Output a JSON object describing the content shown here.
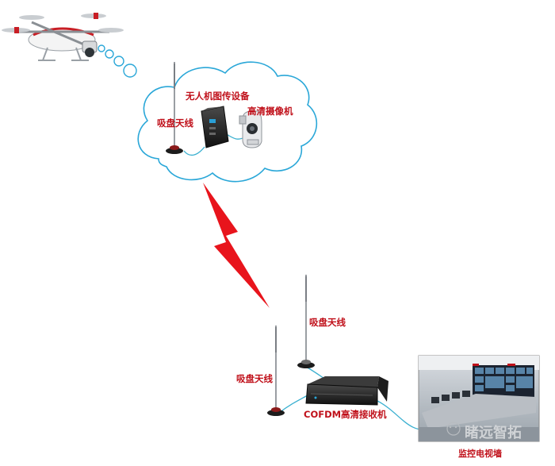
{
  "labels": {
    "tx_antenna": "吸盘天线",
    "tx_device": "无人机图传设备",
    "camera": "高清摄像机",
    "rx_antenna_top": "吸盘天线",
    "rx_antenna_bottom": "吸盘天线",
    "receiver": "COFDM高清接收机",
    "video_wall": "监控电视墙"
  },
  "watermark": {
    "text": "睹远智拓"
  },
  "colors": {
    "label_red": "#c0101a",
    "lightning": "#e8141c",
    "cloud_stroke": "#2aa7d8",
    "cable": "#3bb0d0"
  }
}
